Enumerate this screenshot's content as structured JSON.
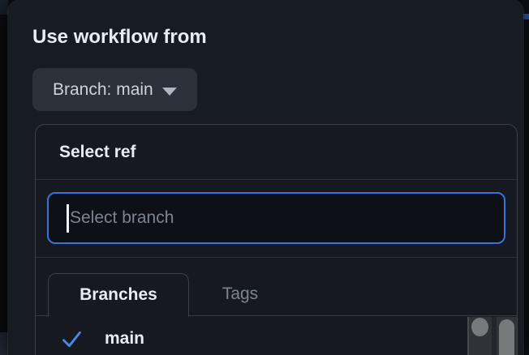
{
  "dialog": {
    "title": "Use workflow from",
    "branch_button": {
      "label": "Branch: main"
    },
    "ref_selector": {
      "header": "Select ref",
      "search_placeholder": "Select branch",
      "tabs": [
        {
          "label": "Branches",
          "active": true
        },
        {
          "label": "Tags",
          "active": false
        }
      ],
      "items": [
        {
          "label": "main",
          "selected": true
        }
      ]
    }
  },
  "colors": {
    "accent_focus_blue": "#3b72d8",
    "check_blue": "#4a86e8",
    "dialog_bg": "#171b22",
    "panel_bg": "#161a20",
    "input_bg": "#0d1117",
    "border_gray": "#3a414b",
    "divider_gray": "#2d333c",
    "text_primary": "#e6edf3",
    "text_muted": "#7b8490",
    "button_bg": "#2b3039",
    "button_text": "#ccd3da",
    "scrollbar_track": "#2f3237",
    "scrollbar_thumb": "#77797d"
  }
}
